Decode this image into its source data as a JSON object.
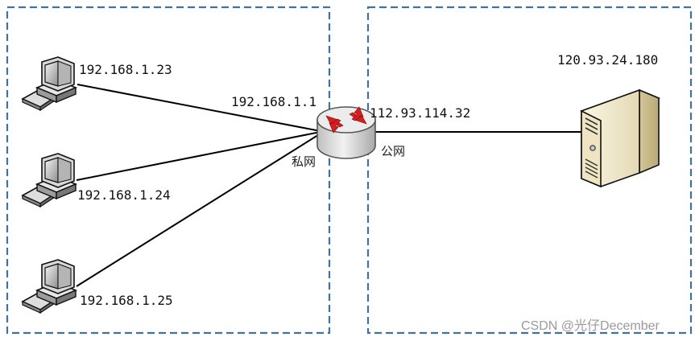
{
  "private_network": {
    "label": "私网",
    "hosts": [
      {
        "ip": "192.168.1.23",
        "icon": "computer-icon"
      },
      {
        "ip": "192.168.1.24",
        "icon": "computer-icon"
      },
      {
        "ip": "192.168.1.25",
        "icon": "computer-icon"
      }
    ]
  },
  "router": {
    "icon": "router-icon",
    "private_ip": "192.168.1.1",
    "public_ip": "112.93.114.32"
  },
  "public_network": {
    "label": "公网",
    "server": {
      "ip": "120.93.24.180",
      "icon": "server-icon"
    }
  },
  "colors": {
    "zone_border": "#41729b",
    "link": "#000000",
    "router_arrows": "#d81e1e",
    "server_body": "#ece3c5"
  },
  "watermark": "CSDN @光仔December"
}
